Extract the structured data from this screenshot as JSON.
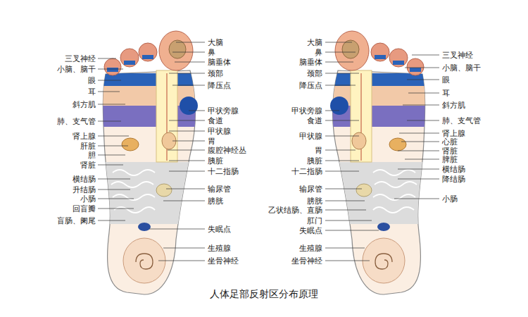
{
  "diagram": {
    "title": "人体足部反射区分布原理",
    "labels": [
      "三叉神经",
      "小脑、脑干",
      "眼",
      "耳",
      "斜方肌",
      "肺、支气管",
      "肾上腺",
      "肝脏",
      "胆",
      "肾脏",
      "横结肠",
      "升结肠",
      "小肠",
      "回盲瓣",
      "盲肠、阑尾",
      "大脑",
      "鼻",
      "脑垂体",
      "颈部",
      "降压点",
      "甲状旁腺",
      "食道",
      "甲状腺",
      "胃",
      "腹腔神经丛",
      "胰脏",
      "十二指肠",
      "输尿管",
      "膀胱",
      "失眠点",
      "生殖腺",
      "坐骨神经",
      "大脑",
      "鼻",
      "脑垂体",
      "颈部",
      "降压点",
      "甲状旁腺",
      "食道",
      "甲状腺",
      "胃",
      "胰脏",
      "十二指肠",
      "输尿管",
      "膀胱",
      "乙状结肠、直肠",
      "肛门",
      "失眠点",
      "生殖腺",
      "坐骨神经",
      "三叉神经",
      "小脑、脑干",
      "眼",
      "耳",
      "斜方肌",
      "肺、支气管",
      "肾上腺",
      "心脏",
      "肾脏",
      "脾脏",
      "横结肠",
      "降结肠",
      "小肠"
    ]
  }
}
